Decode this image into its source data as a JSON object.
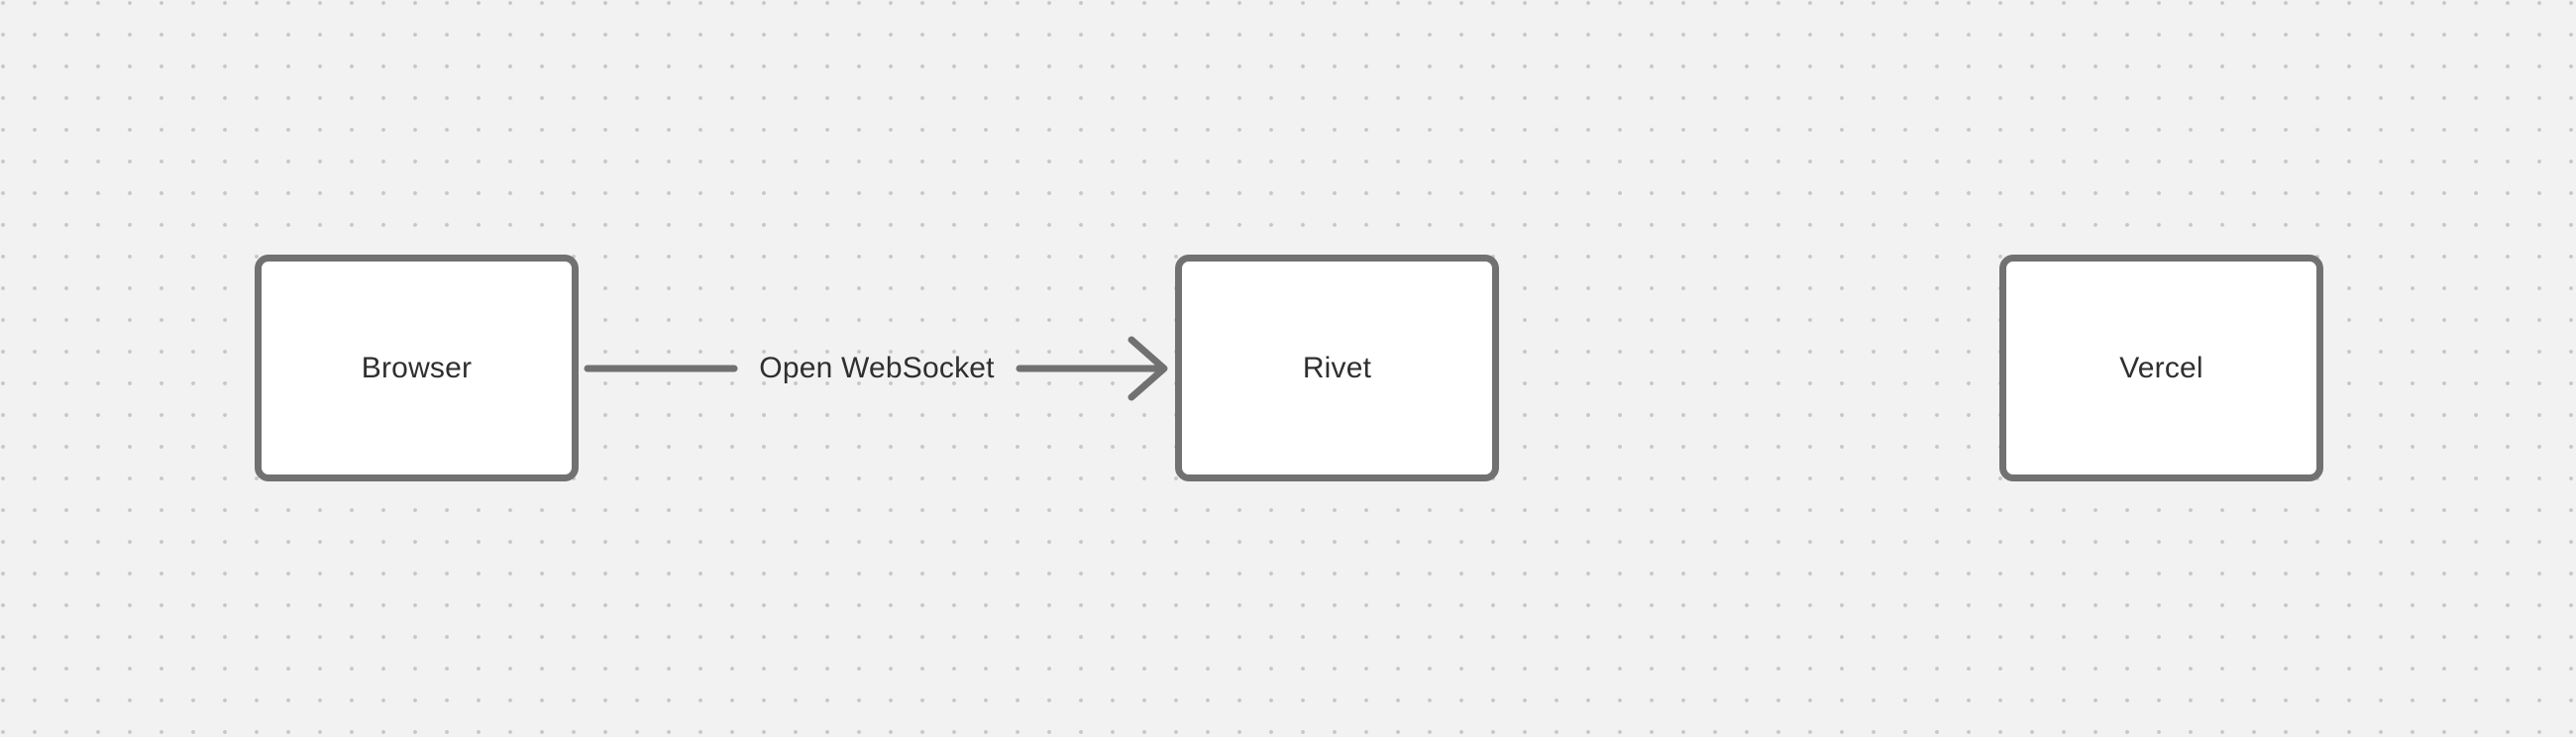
{
  "canvas": {
    "background": "#f2f2f2",
    "dot_color": "#c7c7c7",
    "stroke_color": "#717171",
    "text_color": "#2f2f2f",
    "node_fill": "#ffffff"
  },
  "diagram": {
    "nodes": [
      {
        "id": "browser",
        "label": "Browser"
      },
      {
        "id": "rivet",
        "label": "Rivet"
      },
      {
        "id": "vercel",
        "label": "Vercel"
      }
    ],
    "edges": [
      {
        "from": "browser",
        "to": "rivet",
        "label": "Open WebSocket",
        "direction": "right",
        "arrowhead": "chevron"
      }
    ]
  }
}
